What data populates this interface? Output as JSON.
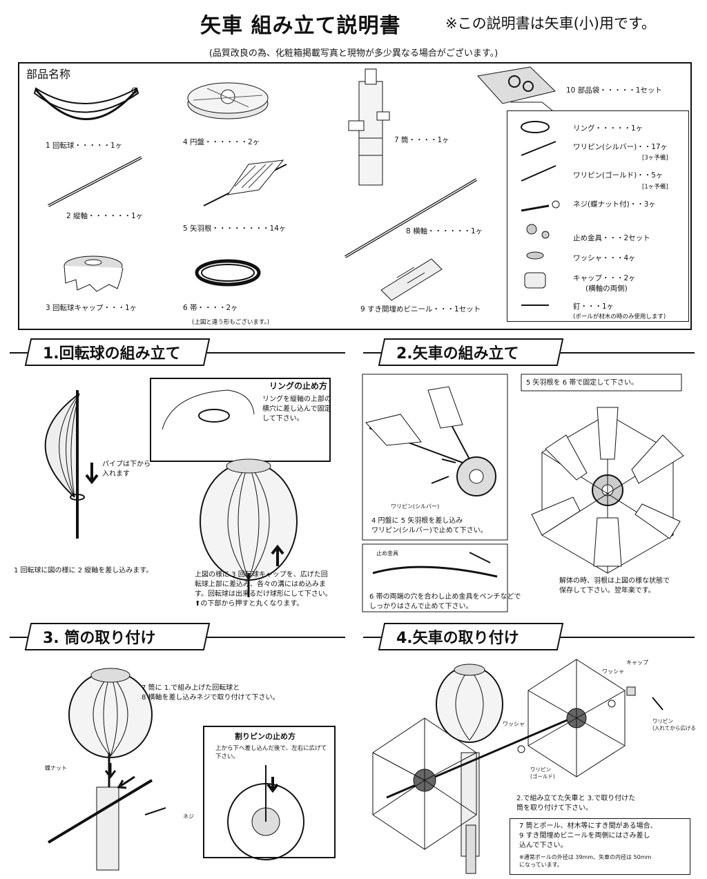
{
  "header": {
    "title": "矢車 組み立て説明書",
    "note": "※この説明書は矢車(小)用です。",
    "subtitle": "(品質改良の為、化粧箱掲載写真と現物が多少異なる場合がございます。)"
  },
  "parts": {
    "heading": "部品名称",
    "items": [
      "1 回転球・・・・・1ヶ",
      "2 縦軸・・・・・・1ヶ",
      "3 回転球キャップ・・・1ヶ",
      "4 円盤・・・・・・2ヶ",
      "5 矢羽根・・・・・・・・14ヶ",
      "6 帯・・・・2ヶ",
      "7 筒・・・・1ヶ",
      "8 横軸・・・・・・1ヶ",
      "9 すき間埋めビニール・・・1セット",
      "10 部品袋・・・・・1セット"
    ],
    "obi_note": "(上図と違う形もございます。)",
    "bag": [
      {
        "label": "リング・・・・・1ヶ",
        "note": ""
      },
      {
        "label": "ワリピン(シルバー)・・17ヶ",
        "note": "[3ヶ予備]"
      },
      {
        "label": "ワリピン(ゴールド)・・5ヶ",
        "note": "[1ヶ予備]"
      },
      {
        "label": "ネジ(蝶ナット付)・・3ヶ",
        "note": ""
      },
      {
        "label": "止め金具・・・2セット",
        "note": ""
      },
      {
        "label": "ワッシャ・・・4ヶ",
        "note": ""
      },
      {
        "label": "キャップ・・・2ヶ",
        "note": "(横軸の両側)"
      },
      {
        "label": "釘・・・1ヶ",
        "note": "(ポールが材木の時のみ使用します)"
      }
    ]
  },
  "sections": {
    "s1": {
      "title": "1.回転球の組み立て",
      "pipe_note": "パイプは下から\n入れます",
      "ring_title": "リングの止め方",
      "ring_text": "リングを縦軸の上部の\n横穴に差し込んで固定\nして下さい。",
      "step_text": "1 回転球に図の様に 2 縦軸を差し込みます。",
      "cap_text": "上図の様に 3 回転球キャップを、広げた回\n転球上部に差込み、各々の溝にはめ込みま\nす。回転球は出来るだけ球形にして下さい。\n⬆の下部から押すと丸くなります。"
    },
    "s2": {
      "title": "2.矢車の組み立て",
      "fix_note": "5 矢羽根を 6 帯で固定して下さい。",
      "pin_label": "ワリピン(シルバー)",
      "pin_text": "4 円盤に 5 矢羽根を差し込み\nワリピン(シルバー)で止めて下さい。",
      "clip_label": "止め金具",
      "clip_text": "6 帯の両端の穴を合わし止め金具をペンチなどで\nしっかりはさんで止めて下さい。",
      "store_text": "解体の時、羽根は上図の様な状態で\n保存して下さい。翌年楽です。"
    },
    "s3": {
      "title": "3. 筒の取り付け",
      "step_text": "7 筒に 1.で組み上げた回転球と\n8 横軸を差し込みネジで取り付けて下さい。",
      "nut_label": "蝶ナット",
      "screw_label": "ネジ",
      "split_title": "割りピンの止め方",
      "split_text": "上から下へ差し込んだ後で、左右に広げて\n下さい。"
    },
    "s4": {
      "title": "4.矢車の取り付け",
      "washer_label": "ワッシャ",
      "cap_label": "キャップ",
      "pin_label": "ワリピン\n(入れてから広げる",
      "gold_pin_label": "ワリピン\n(ゴールド)",
      "step_text": "2.で組み立てた矢車と 3.で取り付けた\n筒を取り付けて下さい。",
      "vinyl_text": "7 筒とポール、材木等にすき間がある場合、\n9 すき間埋めビニールを両側にはさみ差し\n込んで下さい。",
      "vinyl_note": "※通常ポールの外径は 39mm、矢車の内径は 50mm\nになっています。"
    }
  }
}
